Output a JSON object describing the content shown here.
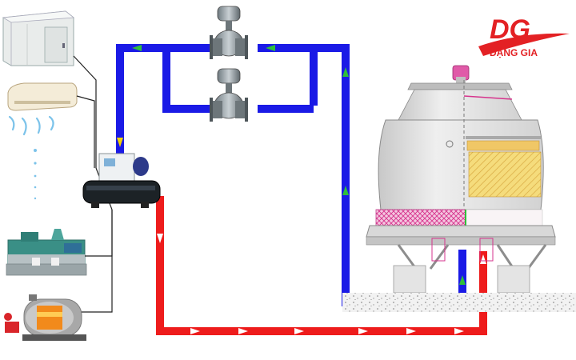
{
  "logo": {
    "monogram": "DG",
    "brand": "ĐẶNG GIA"
  },
  "colors": {
    "cold_pipe": "#1a1ae6",
    "hot_pipe": "#ee1c1c",
    "flow_arrow_cold": "#2fbf3a",
    "flow_arrow_hot": "#ffffff",
    "brand_red": "#e32124",
    "fill_pad": "#f3d774",
    "drift_mesh": "#e040a0",
    "tower_body": "#dcdcdc"
  },
  "components": [
    {
      "name": "cold-room",
      "icon": "cold-storage-room-icon"
    },
    {
      "name": "air-conditioner",
      "icon": "air-conditioner-icon"
    },
    {
      "name": "water-chiller",
      "icon": "water-cooled-chiller-icon"
    },
    {
      "name": "injection-molding-machine",
      "icon": "injection-molding-machine-icon"
    },
    {
      "name": "boiler",
      "icon": "industrial-boiler-icon"
    },
    {
      "name": "circulation-pump-top",
      "icon": "pump-icon"
    },
    {
      "name": "circulation-pump-bottom",
      "icon": "pump-icon"
    },
    {
      "name": "cooling-tower",
      "icon": "cooling-tower-icon"
    }
  ]
}
